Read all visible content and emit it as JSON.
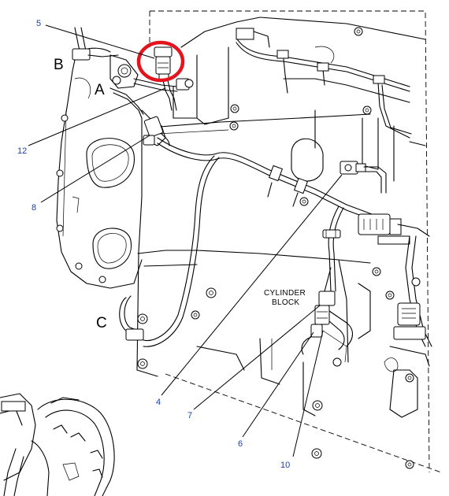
{
  "diagram": {
    "region_letters": [
      {
        "id": "B",
        "text": "B"
      },
      {
        "id": "A",
        "text": "A"
      },
      {
        "id": "C",
        "text": "C"
      }
    ],
    "block_label": [
      "CYLINDER",
      "BLOCK"
    ],
    "callouts": [
      {
        "id": "5",
        "text": "5"
      },
      {
        "id": "12",
        "text": "12"
      },
      {
        "id": "8",
        "text": "8"
      },
      {
        "id": "4",
        "text": "4"
      },
      {
        "id": "7",
        "text": "7"
      },
      {
        "id": "6",
        "text": "6"
      },
      {
        "id": "10",
        "text": "10"
      }
    ],
    "highlight": {
      "target": "5",
      "color": "#e3141b"
    },
    "callout_color": "#1a3fb0",
    "line_color": "#000000"
  }
}
